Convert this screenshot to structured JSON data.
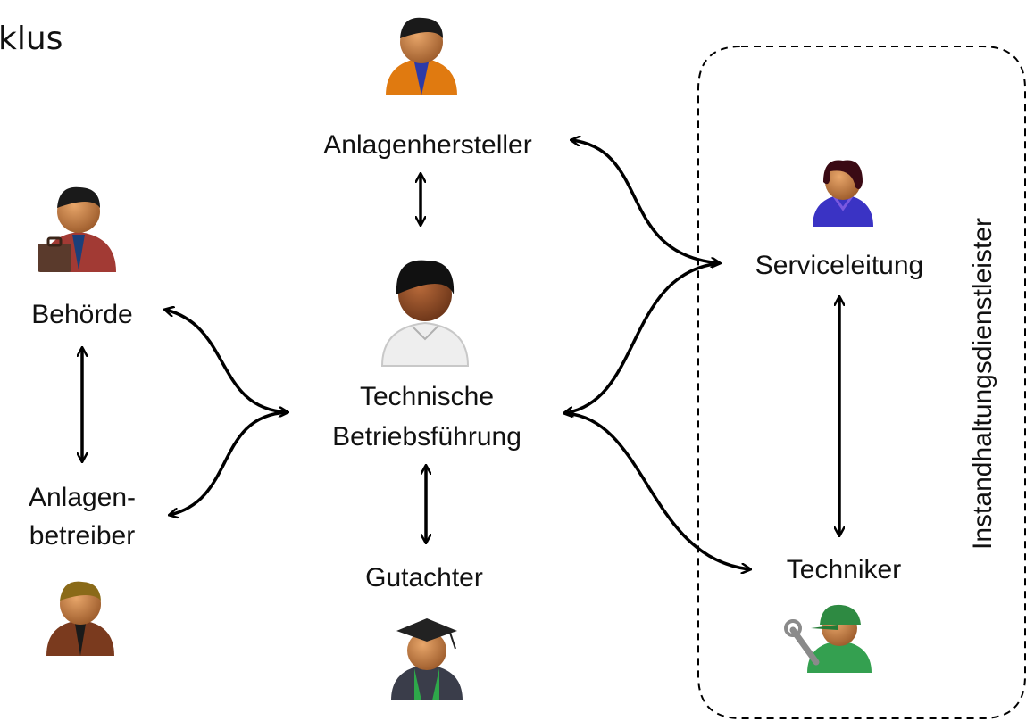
{
  "title_fragment": "klus",
  "nodes": {
    "hersteller": "Anlagenhersteller",
    "behoerde": "Behörde",
    "betreiber_line1": "Anlagen-",
    "betreiber_line2": "betreiber",
    "tbf_line1": "Technische",
    "tbf_line2": "Betriebsführung",
    "gutachter": "Gutachter",
    "serviceleitung": "Serviceleitung",
    "techniker": "Techniker"
  },
  "group_label": "Instandhaltungsdienstleister",
  "avatars": [
    {
      "name": "businessman-avatar-icon",
      "suit": "#e07a10",
      "tie": "#2c3aa8"
    },
    {
      "name": "official-with-briefcase-avatar-icon",
      "suit": "#a23a34",
      "tie": "#1c3f7a"
    },
    {
      "name": "operator-avatar-icon",
      "suit": "#7a3a1e",
      "tie": "#1a1a1a"
    },
    {
      "name": "manager-avatar-icon",
      "suit": "#eeeeee",
      "tie": "#cccccc"
    },
    {
      "name": "graduate-avatar-icon",
      "suit": "#3a3d4a",
      "tie": "#2ea84a"
    },
    {
      "name": "service-lead-avatar-icon",
      "suit": "#3a33c4",
      "tie": "#7a58e0"
    },
    {
      "name": "mechanic-avatar-icon",
      "suit": "#34a050",
      "tie": "#2e8a42"
    }
  ]
}
